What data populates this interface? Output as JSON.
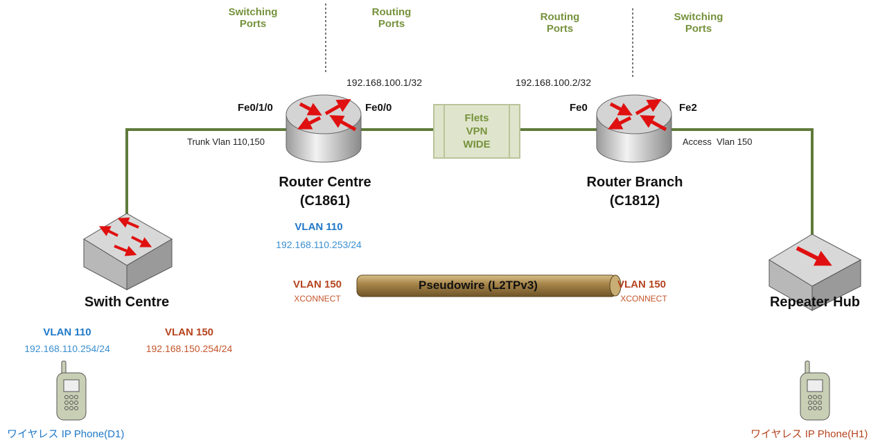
{
  "zones": {
    "left_switching": "Switching\nPorts",
    "left_routing": "Routing\nPorts",
    "right_routing": "Routing\nPorts",
    "right_switching": "Switching\nPorts"
  },
  "router_centre": {
    "name": "Router Centre",
    "model": "(C1861)",
    "wan_ip": "192.168.100.1/32",
    "port_left": "Fe0/1/0",
    "port_right": "Fe0/0",
    "trunk": "Trunk Vlan 110,150",
    "vlan": "VLAN 110",
    "vlan_ip": "192.168.110.253/24",
    "xc_vlan": "VLAN 150",
    "xc": "XCONNECT"
  },
  "router_branch": {
    "name": "Router Branch",
    "model": "(C1812)",
    "wan_ip": "192.168.100.2/32",
    "port_left": "Fe0",
    "port_right": "Fe2",
    "access": "Access  Vlan 150",
    "xc_vlan": "VLAN 150",
    "xc": "XCONNECT"
  },
  "cloud": {
    "line1": "Flets",
    "line2": "VPN",
    "line3": "WIDE"
  },
  "pseudowire": "Pseudowire (L2TPv3)",
  "switch": {
    "name": "Swith Centre",
    "vlan110": "VLAN 110",
    "vlan110_ip": "192.168.110.254/24",
    "vlan150": "VLAN 150",
    "vlan150_ip": "192.168.150.254/24"
  },
  "hub": {
    "name": "Repeater Hub"
  },
  "phone_left": "ワイヤレス IP Phone(D1)",
  "phone_right": "ワイヤレス IP Phone(H1)",
  "colors": {
    "link": "#5f7a3a",
    "green": "#76923c",
    "blue": "#1f78c8",
    "red": "#b5441f"
  }
}
